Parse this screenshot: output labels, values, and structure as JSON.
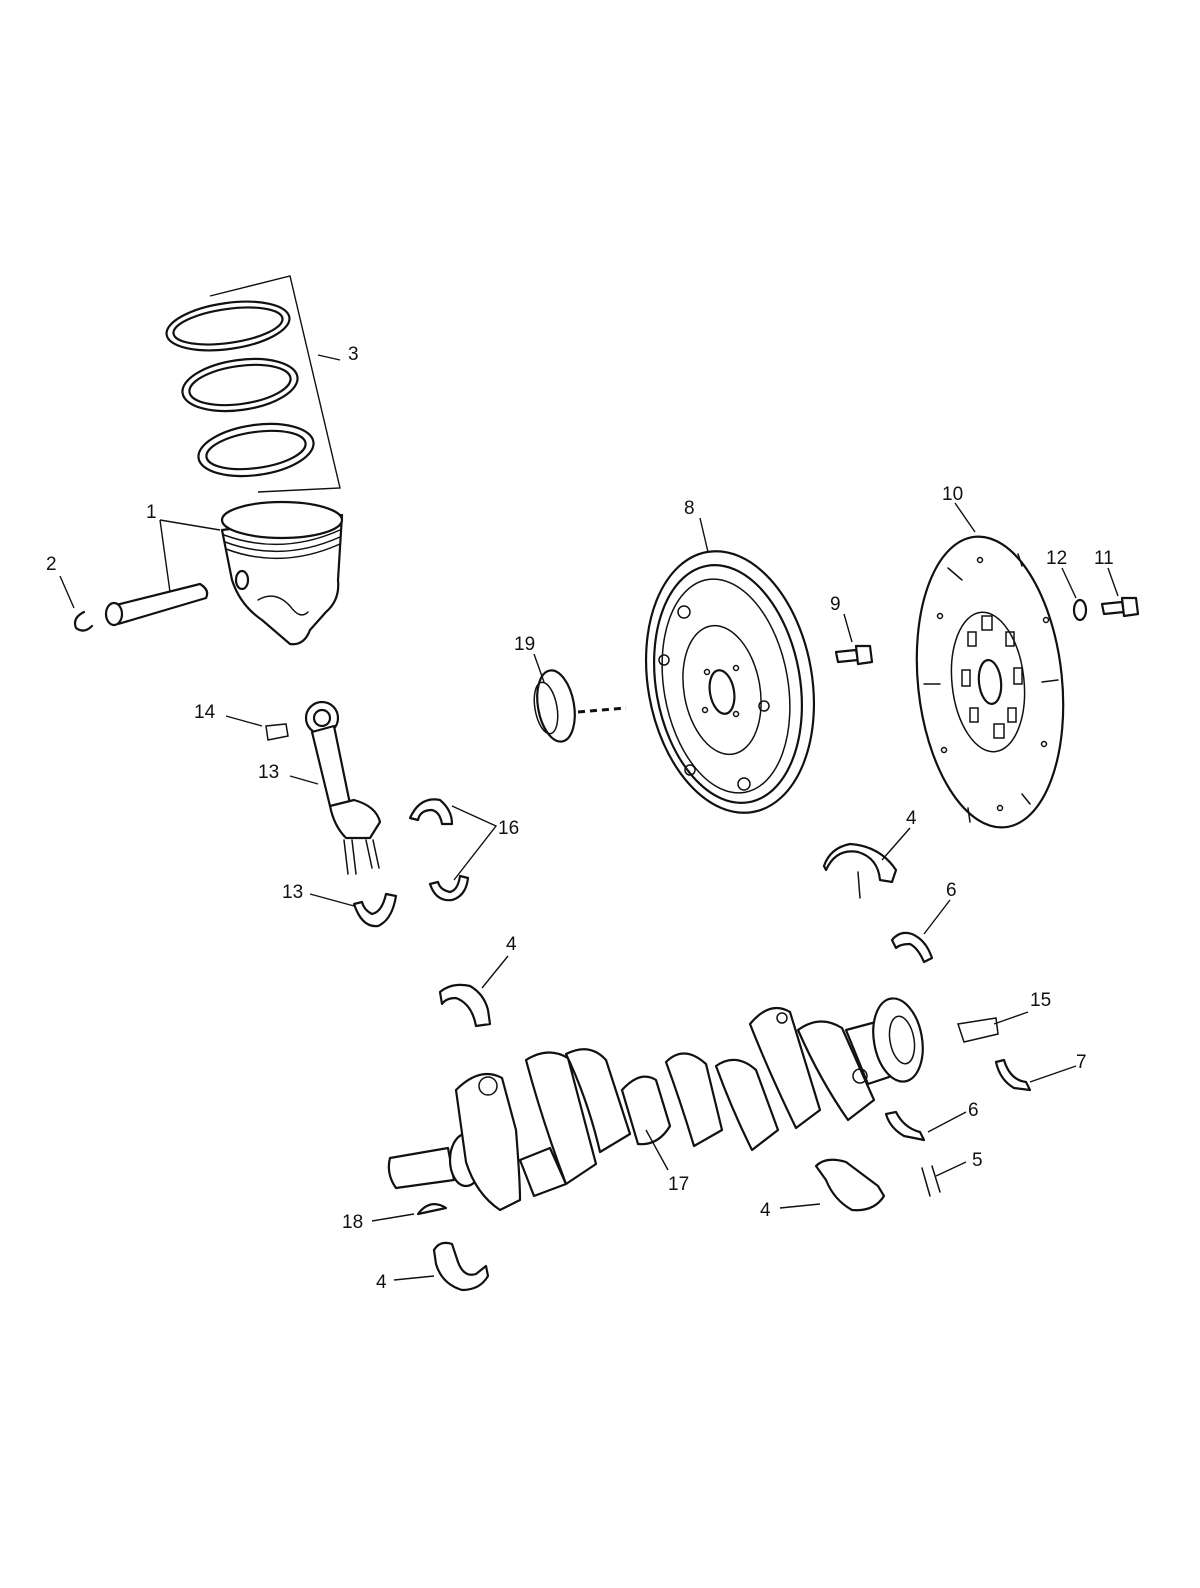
{
  "callouts": [
    {
      "id": "c1",
      "label": "1"
    },
    {
      "id": "c2",
      "label": "2"
    },
    {
      "id": "c3",
      "label": "3"
    },
    {
      "id": "c4a",
      "label": "4"
    },
    {
      "id": "c4b",
      "label": "4"
    },
    {
      "id": "c4c",
      "label": "4"
    },
    {
      "id": "c4d",
      "label": "4"
    },
    {
      "id": "c5",
      "label": "5"
    },
    {
      "id": "c6a",
      "label": "6"
    },
    {
      "id": "c6b",
      "label": "6"
    },
    {
      "id": "c7",
      "label": "7"
    },
    {
      "id": "c8",
      "label": "8"
    },
    {
      "id": "c9",
      "label": "9"
    },
    {
      "id": "c10",
      "label": "10"
    },
    {
      "id": "c11",
      "label": "11"
    },
    {
      "id": "c12",
      "label": "12"
    },
    {
      "id": "c13a",
      "label": "13"
    },
    {
      "id": "c13b",
      "label": "13"
    },
    {
      "id": "c14",
      "label": "14"
    },
    {
      "id": "c15",
      "label": "15"
    },
    {
      "id": "c16",
      "label": "16"
    },
    {
      "id": "c17",
      "label": "17"
    },
    {
      "id": "c18",
      "label": "18"
    },
    {
      "id": "c19",
      "label": "19"
    }
  ]
}
